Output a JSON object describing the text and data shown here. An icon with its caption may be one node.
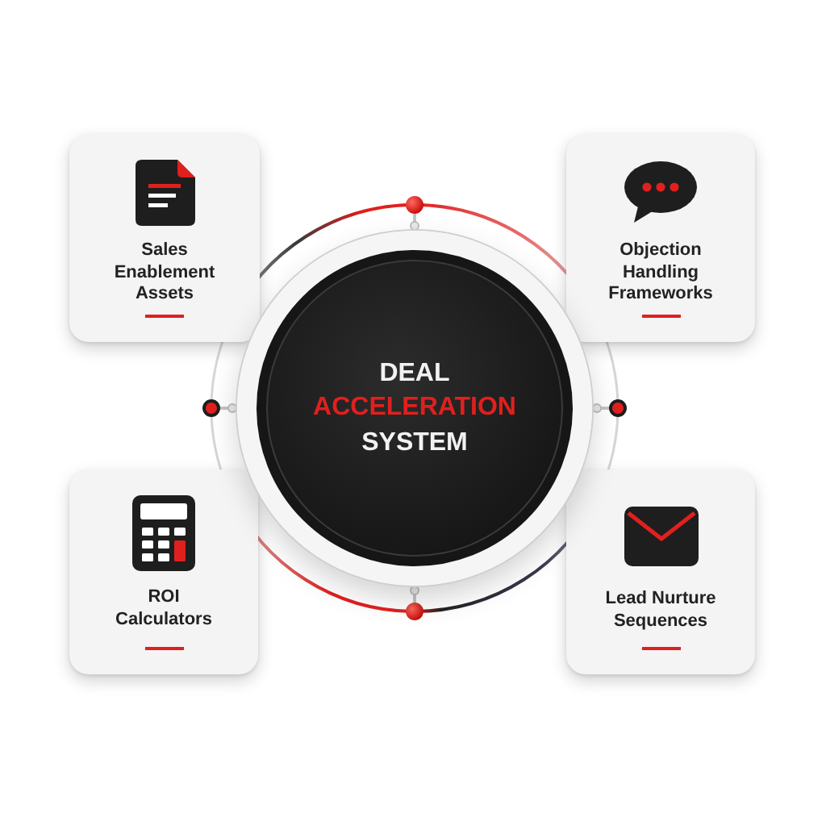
{
  "diagram": {
    "nodes": [
      {
        "text": [
          "Sales Enablement Assets"
        ]
      },
      {
        "text": [
          "Objection Handling Frameworks"
        ]
      },
      {
        "text": [
          "DEAL ACCELERATION SYSTEM"
        ]
      },
      {
        "text": [
          "ROI Calculators"
        ]
      },
      {
        "text": [
          "Lead Nurture Sequences"
        ]
      }
    ]
  }
}
